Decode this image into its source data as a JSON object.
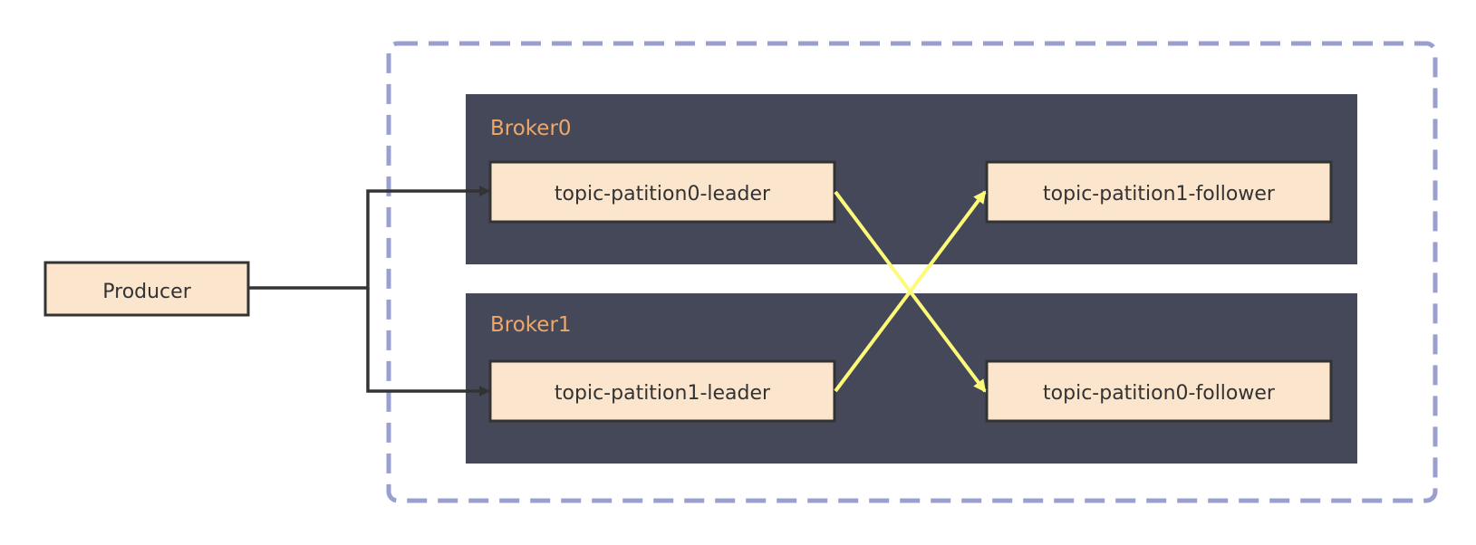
{
  "producer": {
    "label": "Producer"
  },
  "brokers": [
    {
      "label": "Broker0",
      "partitions": [
        "topic-patition0-leader",
        "topic-patition1-follower"
      ]
    },
    {
      "label": "Broker1",
      "partitions": [
        "topic-patition1-leader",
        "topic-patition0-follower"
      ]
    }
  ],
  "colors": {
    "cluster_border": "#9a9fd0",
    "broker_fill": "#454859",
    "broker_label": "#f0a868",
    "node_fill": "#fbe6cd",
    "node_border": "#333333",
    "producer_arrow": "#333333",
    "replication_arrow": "#fdfa7a"
  }
}
